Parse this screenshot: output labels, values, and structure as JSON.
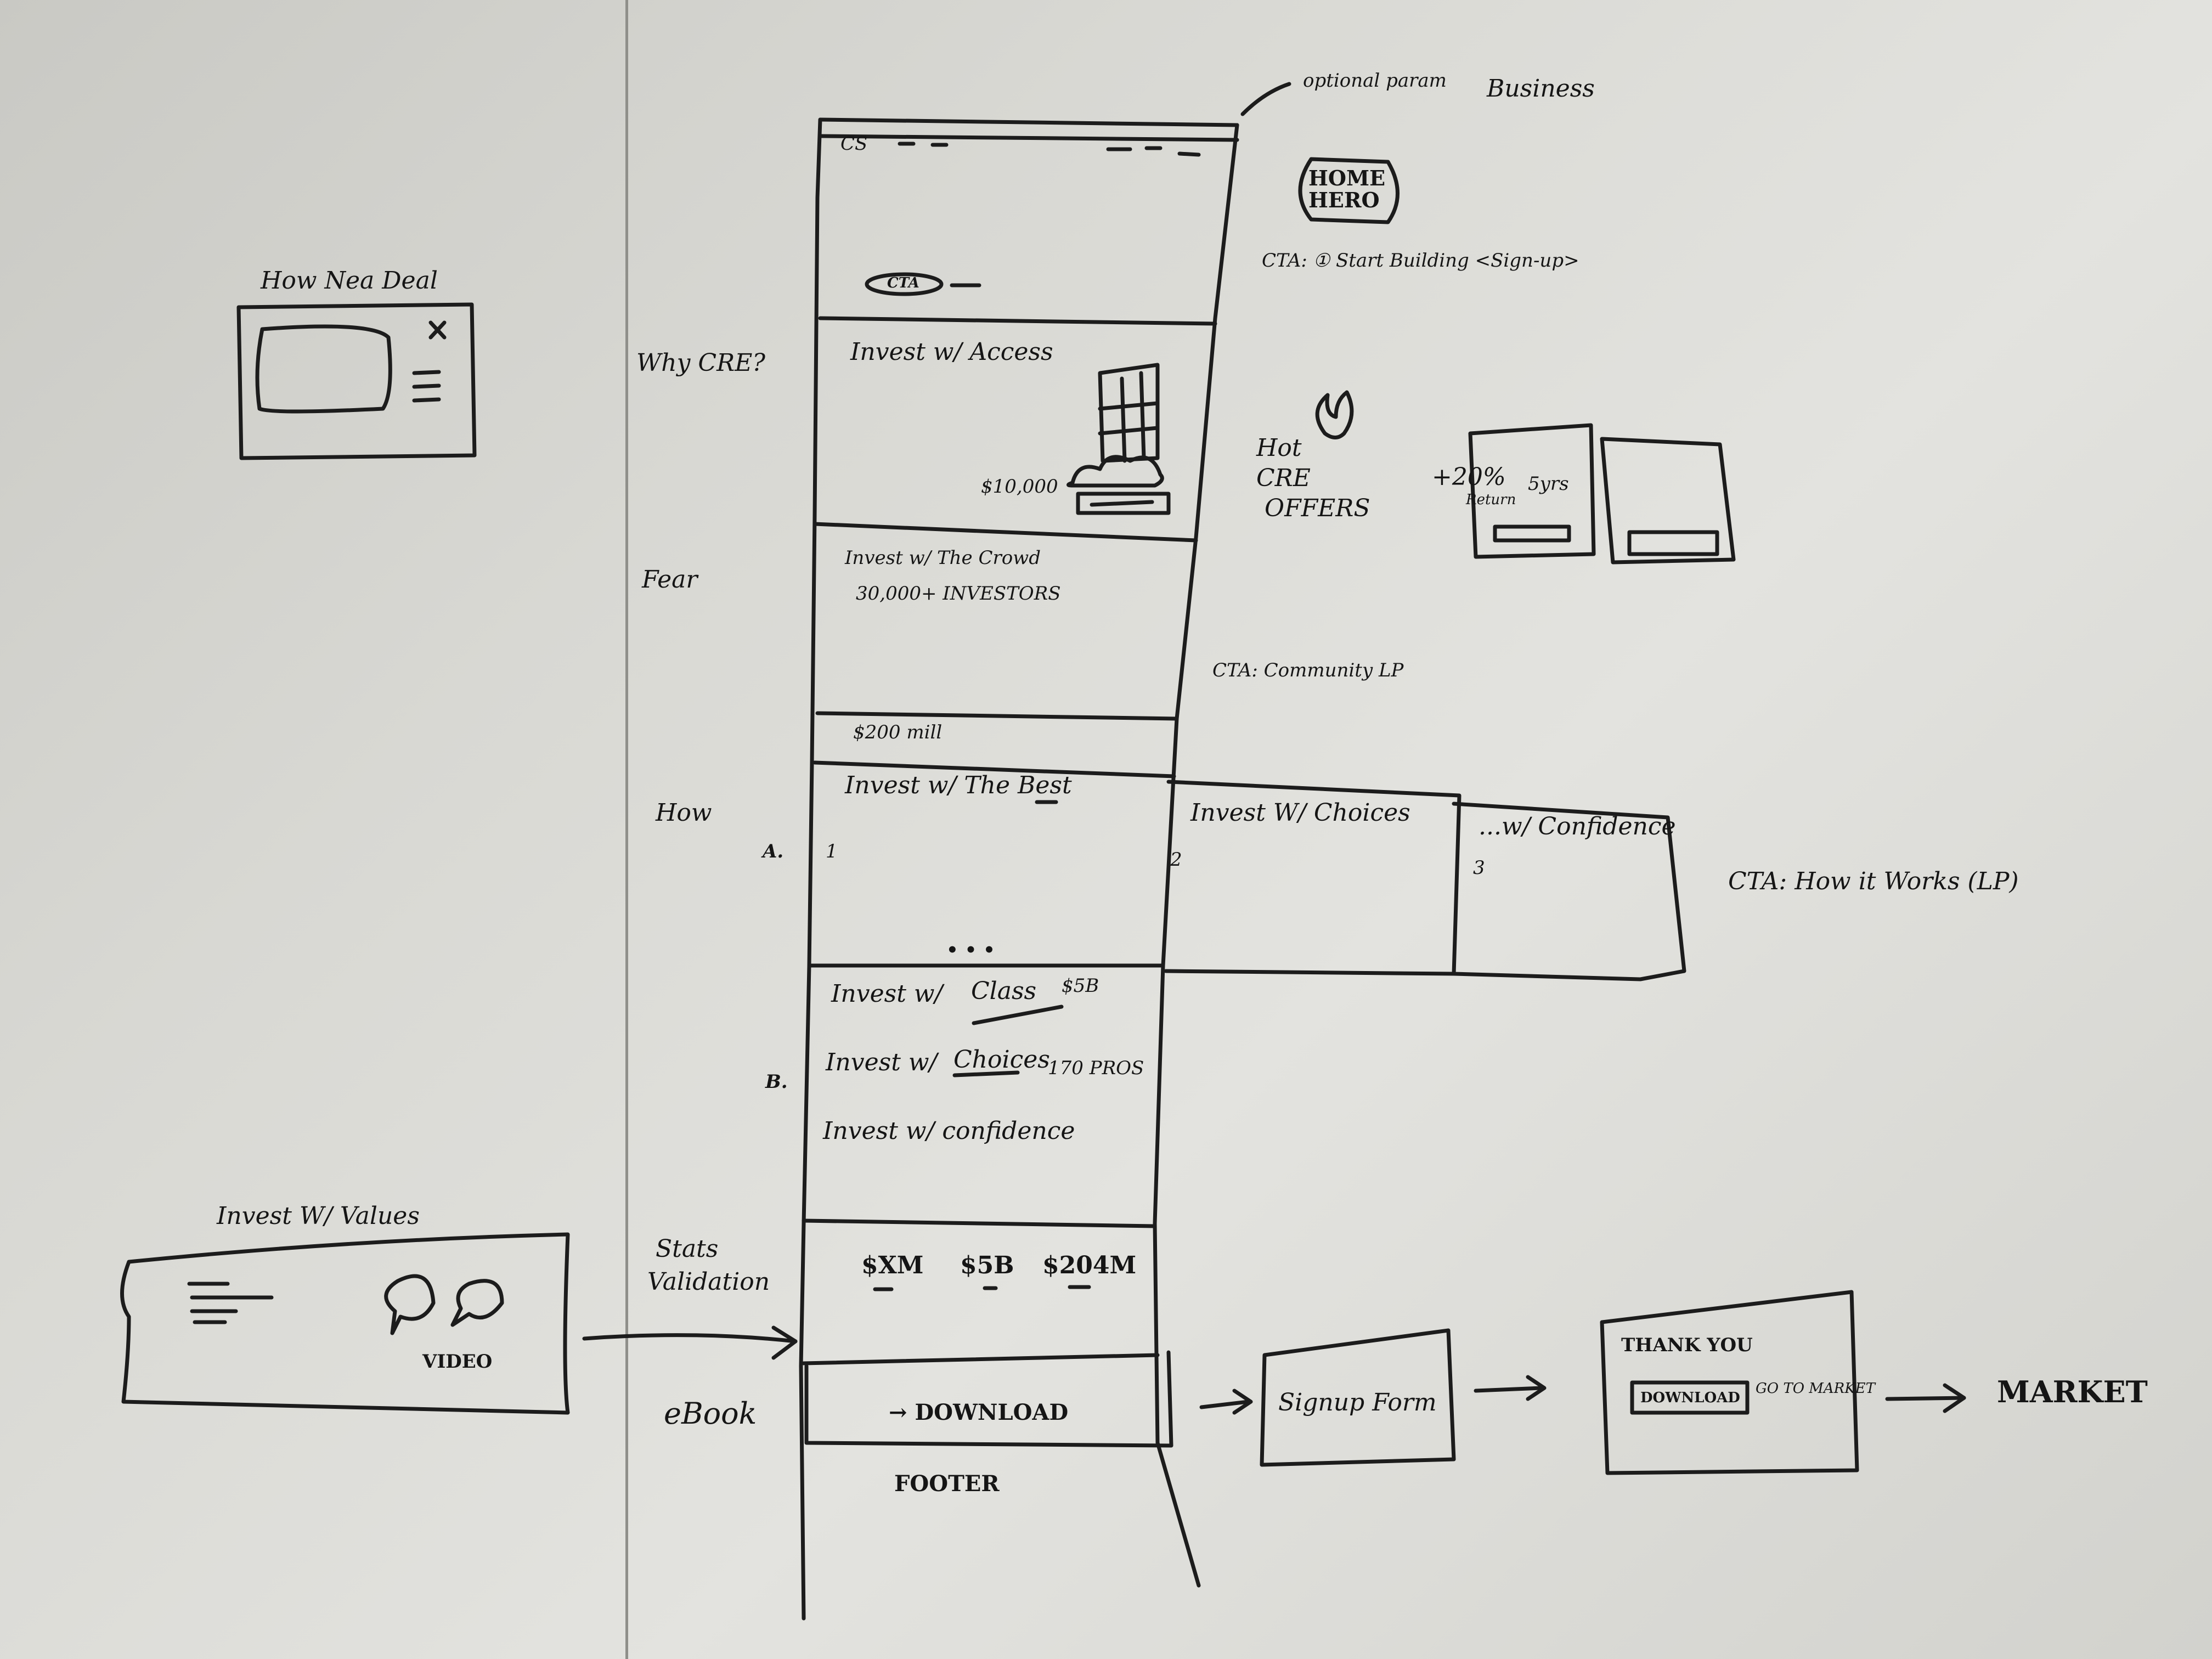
{
  "top_note": {
    "prefix": "optional param",
    "word": "Business"
  },
  "hero": {
    "logo": "CS",
    "cta_pill": "CTA",
    "label": "HOME HERO",
    "cta_note": "CTA: ① Start Building <Sign-up>"
  },
  "left_labels": {
    "why": "Why CRE?",
    "fear": "Fear",
    "how": "How",
    "a": "A.",
    "b": "B.",
    "stats": "Stats",
    "validation": "Validation",
    "ebook": "eBook"
  },
  "sections": {
    "access": {
      "title": "Invest w/ Access",
      "amount": "$10,000"
    },
    "crowd": {
      "title": "Invest w/ The Crowd",
      "investors": "30,000+ INVESTORS"
    },
    "mill": {
      "text": "$200 mill"
    },
    "best": {
      "title": "Invest w/ The Best",
      "num": "1",
      "dots": "• • •"
    },
    "choices": {
      "title": "Invest W/ Choices",
      "num": "2"
    },
    "confidence": {
      "title": "...w/ Confidence",
      "num": "3"
    },
    "list": {
      "line1_a": "Invest w/",
      "line1_b": "Class",
      "line1_c": "$5B",
      "line2_a": "Invest w/",
      "line2_b": "Choices",
      "line2_c": "170 PROS",
      "line3": "Invest w/ confidence"
    },
    "stats": {
      "s1": "$XM",
      "s2": "$5B",
      "s3": "$204M"
    },
    "download": {
      "text": "→ DOWNLOAD"
    },
    "footer": {
      "text": "FOOTER"
    }
  },
  "offers": {
    "title_1": "Hot",
    "title_2": "CRE",
    "title_3": "OFFERS",
    "card_text_a": "+20%",
    "card_text_b": "Return",
    "card_text_c": "5yrs",
    "cta": "CTA: Community LP"
  },
  "how_cta": "CTA: How it Works (LP)",
  "modal": {
    "title": "How Nea Deal"
  },
  "values": {
    "title": "Invest W/ Values",
    "video": "VIDEO"
  },
  "flow": {
    "signup": "Signup Form",
    "thank_you": "THANK YOU",
    "download_btn": "DOWNLOAD",
    "goto": "GO TO MARKET",
    "market": "MARKET"
  },
  "colors": {
    "ink": "#1c1c1c",
    "board": "#dcdcd7",
    "divider": "#8f8f8a"
  }
}
